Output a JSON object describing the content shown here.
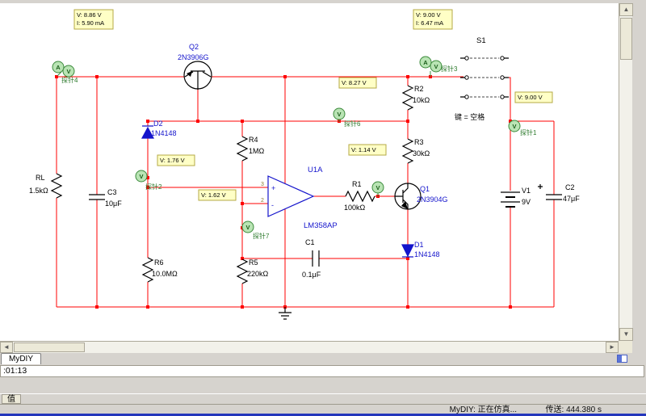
{
  "window": {
    "sheet_tab": "MyDIY",
    "sim_time": ":01:13",
    "values_tab": "值",
    "status": {
      "sim": "MyDIY: 正在仿真...",
      "tran": "传送: 444.380 s"
    }
  },
  "circuit": {
    "colors": {
      "wire": "#ff0000",
      "symbol": "#000000",
      "semiconductor": "#1414cc",
      "probe_ring": "#3c8a3c",
      "probe_fill": "#b9e4b4",
      "probe_label": "#2c7a2c",
      "value_box_bg": "#ffffc6",
      "value_box_border": "#b4aa46",
      "pin_number": "#8a7a30",
      "canvas": "#ffffff"
    },
    "components": {
      "Q2": {
        "ref": "Q2",
        "part": "2N3906G"
      },
      "Q1": {
        "ref": "Q1",
        "part": "2N3904G"
      },
      "U1": {
        "ref": "U1A",
        "part": "LM358AP",
        "pin_noninv": "3",
        "pin_inv": "2",
        "plus": "+",
        "minus": "-"
      },
      "D2": {
        "ref": "D2",
        "part": "1N4148"
      },
      "D1": {
        "ref": "D1",
        "part": "1N4148"
      },
      "R1": {
        "ref": "R1",
        "value": "100kΩ"
      },
      "R2": {
        "ref": "R2",
        "value": "10kΩ"
      },
      "R3": {
        "ref": "R3",
        "value": "30kΩ"
      },
      "R4": {
        "ref": "R4",
        "value": "1MΩ"
      },
      "R5": {
        "ref": "R5",
        "value": "220kΩ"
      },
      "R6": {
        "ref": "R6",
        "value": "10.0MΩ"
      },
      "RL": {
        "ref": "RL",
        "value": "1.5kΩ"
      },
      "C1": {
        "ref": "C1",
        "value": "0.1μF"
      },
      "C2": {
        "ref": "C2",
        "value": "47μF"
      },
      "C3": {
        "ref": "C3",
        "value": "10μF"
      },
      "V1": {
        "ref": "V1",
        "value": "9V"
      },
      "S1": {
        "ref": "S1",
        "key_hint": "键 = 空格"
      }
    },
    "probes": {
      "icons": {
        "current": "A",
        "voltage": "V"
      },
      "probe4": {
        "name": "探针4",
        "v": "V: 8.86 V",
        "i": "I: 5.90 mA"
      },
      "probe3": {
        "name": "探针3",
        "v": "V: 9.00 V",
        "i": "I: 6.47 mA"
      },
      "probe6": {
        "name": "探针6",
        "v": "V: 8.27 V"
      },
      "probe1": {
        "name": "探针1",
        "v": "V: 9.00 V"
      },
      "probe2": {
        "name": "探针2",
        "v": "V: 1.76 V"
      },
      "probe7": {
        "name": "探针7",
        "v": "V: 1.62 V"
      },
      "probe5": {
        "v": "V: 1.14 V"
      }
    }
  }
}
